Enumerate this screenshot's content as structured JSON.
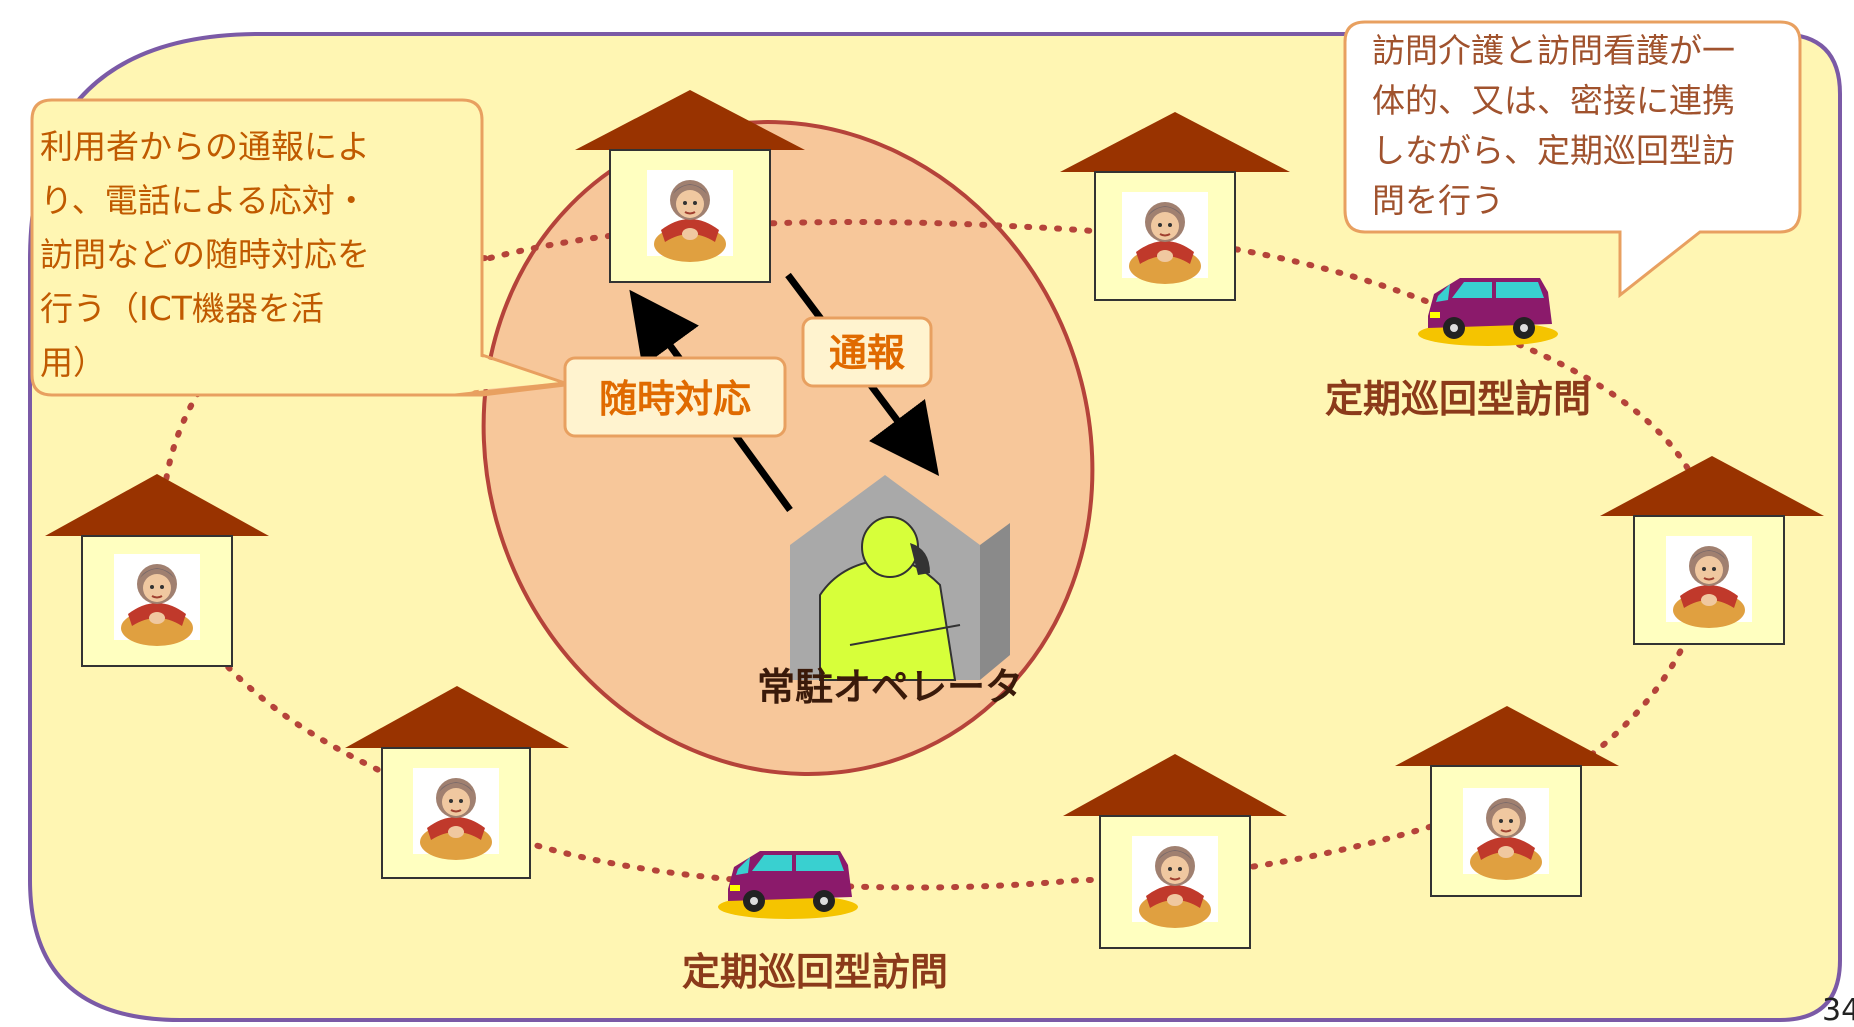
{
  "callout_left": {
    "lines": [
      "利用者からの通報によ",
      "り、電話による応対・",
      "訪問などの随時対応を",
      "行う（ICT機器を活",
      "用）"
    ]
  },
  "callout_right": {
    "lines": [
      "訪問介護と訪問看護が一",
      "体的、又は、密接に連携",
      "しながら、定期巡回型訪",
      "問を行う"
    ]
  },
  "labels": {
    "report": "通報",
    "on_demand": "随時対応",
    "operator": "常駐オペレータ",
    "patrol_right": "定期巡回型訪問",
    "patrol_bottom": "定期巡回型訪問"
  },
  "page_number": "34",
  "colors": {
    "area_fill": "#fff6b3",
    "area_stroke": "#7b5aa6",
    "ellipse_fill": "#f7c79a",
    "ellipse_stroke": "#b5433a",
    "roof": "#993300",
    "house_wall": "#ffffc0",
    "dots": "#b5433a",
    "van": "#8b1a6b"
  },
  "icons": {
    "house": "house-icon",
    "elderly": "elderly-person-icon",
    "van": "van-icon",
    "operator": "operator-icon",
    "arrow": "arrow-icon"
  }
}
